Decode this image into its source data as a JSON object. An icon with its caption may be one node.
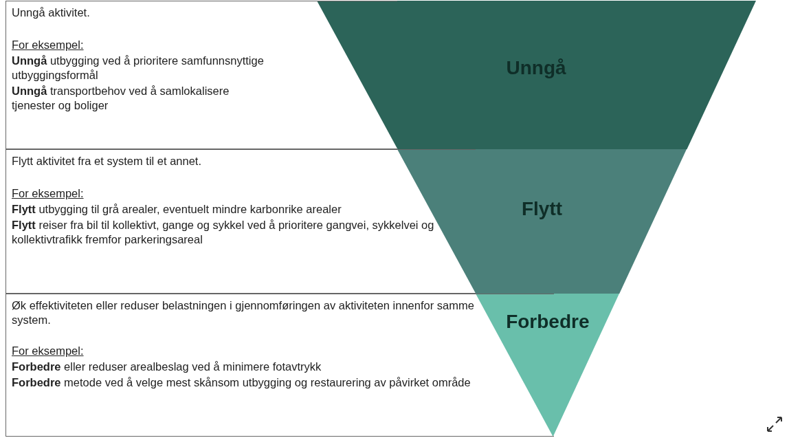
{
  "diagram": {
    "nodes": [
      {
        "text": [
          "Unngå aktivitet.",
          "For eksempel:",
          "**Unngå** utbygging ved å prioritere samfunnsnyttige utbyggingsformål",
          "**Unngå** transportbehov ved å samlokalisere tjenester og boliger"
        ]
      },
      {
        "text": [
          "Unngå"
        ]
      },
      {
        "text": [
          "Flytt aktivitet fra et system til et annet.",
          "For eksempel:",
          "**Flytt** utbygging til grå arealer, eventuelt mindre karbonrike arealer",
          "**Flytt** reiser fra bil til kollektivt, gange og sykkel ved å prioritere gangvei, sykkelvei og kollektivtrafikk fremfor parkeringsareal"
        ]
      },
      {
        "text": [
          "Flytt"
        ]
      },
      {
        "text": [
          "Øk effektiviteten eller reduser belastningen i gjennomføringen av aktiviteten innenfor samme system.",
          "For eksempel:",
          "**Forbedre** eller reduser arealbeslag ved å minimere fotavtrykk",
          "**Forbedre** metode ved å velge mest skånsom utbygging og restaurering av påvirket område"
        ]
      },
      {
        "text": [
          "Forbedre"
        ]
      }
    ]
  }
}
